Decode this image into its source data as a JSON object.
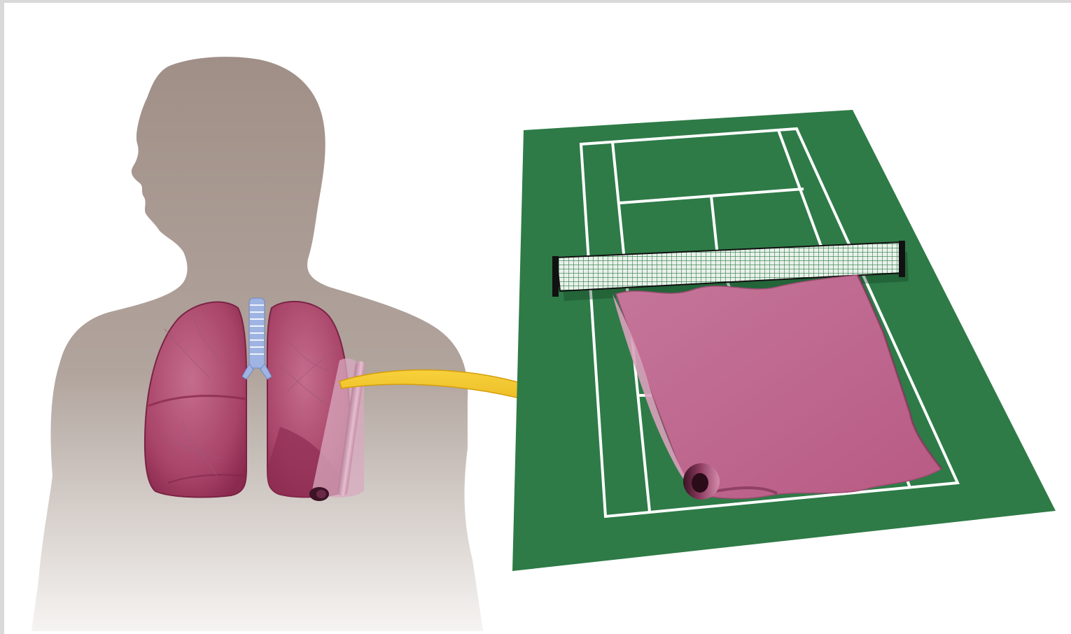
{
  "figure": {
    "subject": "human-lung-surface-area-compared-to-tennis-court",
    "colors": {
      "page_frame": "#d9d9d9",
      "background": "#ffffff",
      "silhouette_top": "#a08f87",
      "silhouette_bottom": "#f2f0ee",
      "lung_fill": "#b04d72",
      "lung_dark": "#8a2a4e",
      "lung_light": "#c56d8c",
      "trachea": "#9fb4e3",
      "trachea_rings": "#ffffff",
      "arrow": "#f2c21b",
      "arrow_dark": "#e0a80e",
      "court_green": "#2e7b47",
      "court_lines": "#ffffff",
      "net_mesh": "#e9f1ea",
      "net_posts": "#111111",
      "membrane": "#c0688e",
      "membrane_shadow": "#5a2036"
    },
    "elements": {
      "person": "human-silhouette",
      "lungs": "lungs-illustration",
      "trachea": "trachea-illustration",
      "rolled_membrane": "lung-membrane-roll",
      "arrow": "connector-arrow",
      "court": "tennis-court",
      "net": "tennis-net",
      "spread_membrane": "unrolled-lung-surface"
    }
  }
}
